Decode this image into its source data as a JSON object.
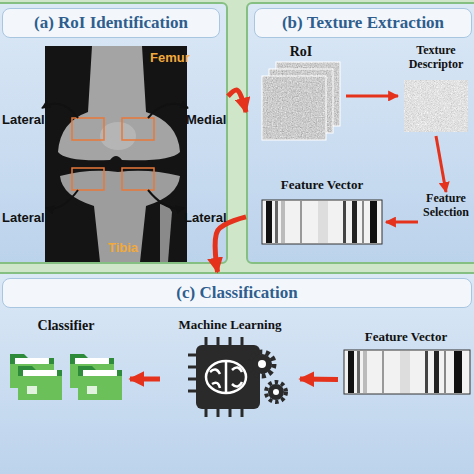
{
  "diagram": {
    "nodes": [
      {
        "text": [
          "(a) RoI Identification"
        ]
      },
      {
        "text": [
          "(b) Texture Extraction"
        ]
      },
      {
        "text": [
          "RoI"
        ],
        "in": 1
      },
      {
        "text": [
          "Texture Descriptor"
        ],
        "in": 1
      },
      {
        "text": [
          "Feature Selection"
        ],
        "in": 1
      },
      {
        "text": [
          "Feature Vector"
        ],
        "in": 1
      },
      {
        "text": [
          "(c) Classification"
        ]
      },
      {
        "text": [
          "Classifier"
        ],
        "in": 6
      },
      {
        "text": [
          "Machine Learning"
        ],
        "in": 6
      },
      {
        "text": [
          "Feature Vector"
        ],
        "in": 6
      }
    ],
    "edges": [
      {
        "from": 0,
        "to": 1,
        "arrow": "to"
      },
      {
        "from": 1,
        "to": 6,
        "arrow": "to"
      },
      {
        "from": 2,
        "to": 3,
        "arrow": "to"
      },
      {
        "from": 3,
        "to": 4,
        "arrow": "to"
      },
      {
        "from": 4,
        "to": 5,
        "arrow": "to"
      },
      {
        "from": 9,
        "to": 8,
        "arrow": "to"
      },
      {
        "from": 8,
        "to": 7,
        "arrow": "to"
      }
    ],
    "labels": [
      "Femur",
      "Lateral",
      "Medial",
      "Lateral",
      "Lateral",
      "Tibia"
    ]
  }
}
